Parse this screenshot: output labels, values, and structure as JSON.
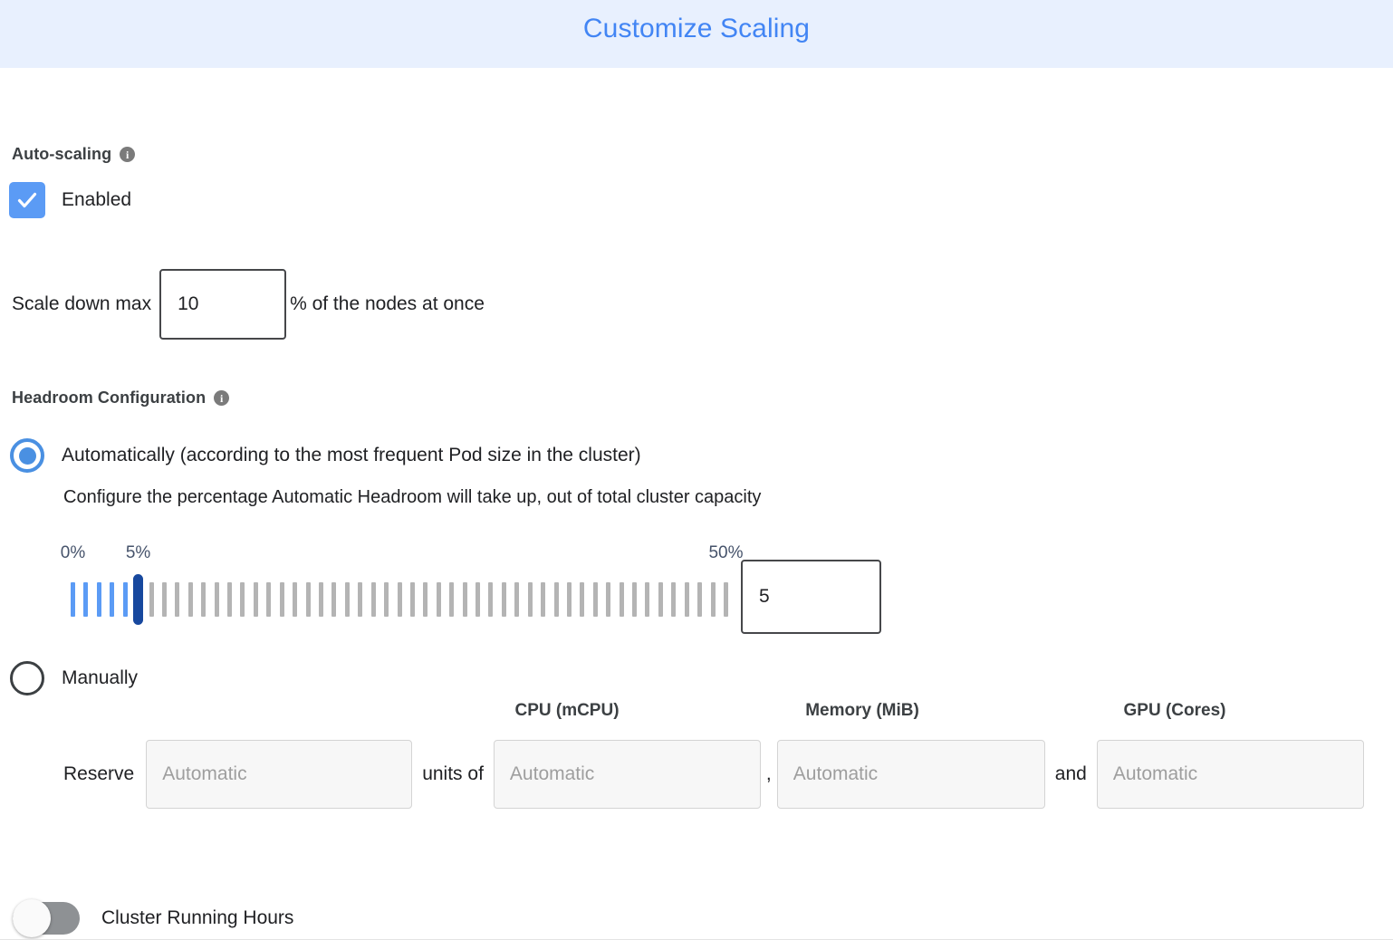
{
  "header": {
    "title": "Customize Scaling"
  },
  "autoscaling": {
    "section_label": "Auto-scaling",
    "info_icon": "info-icon",
    "info_glyph": "i",
    "enabled_label": "Enabled",
    "enabled_checked": true,
    "scale_down_prefix": "Scale down max",
    "scale_down_value": "10",
    "scale_down_suffix": "% of the nodes at once"
  },
  "headroom": {
    "section_label": "Headroom Configuration",
    "info_glyph": "i",
    "automatic_option_label": "Automatically (according to the most frequent Pod size in the cluster)",
    "automatic_description": "Configure the percentage Automatic Headroom will take up, out of total cluster capacity",
    "manual_option_label": "Manually",
    "selected_option": "automatic",
    "slider": {
      "min_label": "0%",
      "min_value": 0,
      "max_label": "50%",
      "max_value": 50,
      "current_label": "5%",
      "current_value": 5,
      "tick_count": 51,
      "value_box": "5",
      "active_color": "#5b9bf5",
      "inactive_color": "#b4b4b4",
      "thumb_color": "#17489e"
    },
    "manual": {
      "reserve_word": "Reserve",
      "units_word": "units of",
      "comma_word": ",",
      "and_word": "and",
      "units_placeholder": "Automatic",
      "cpu_label": "CPU (mCPU)",
      "cpu_placeholder": "Automatic",
      "memory_label": "Memory (MiB)",
      "memory_placeholder": "Automatic",
      "gpu_label": "GPU (Cores)",
      "gpu_placeholder": "Automatic"
    }
  },
  "cluster_running_hours": {
    "label": "Cluster Running Hours",
    "enabled": false
  },
  "colors": {
    "header_bg": "#e8f0fe",
    "title": "#4285f4",
    "accent": "#5b9bf5",
    "slider_thumb": "#17489e"
  }
}
